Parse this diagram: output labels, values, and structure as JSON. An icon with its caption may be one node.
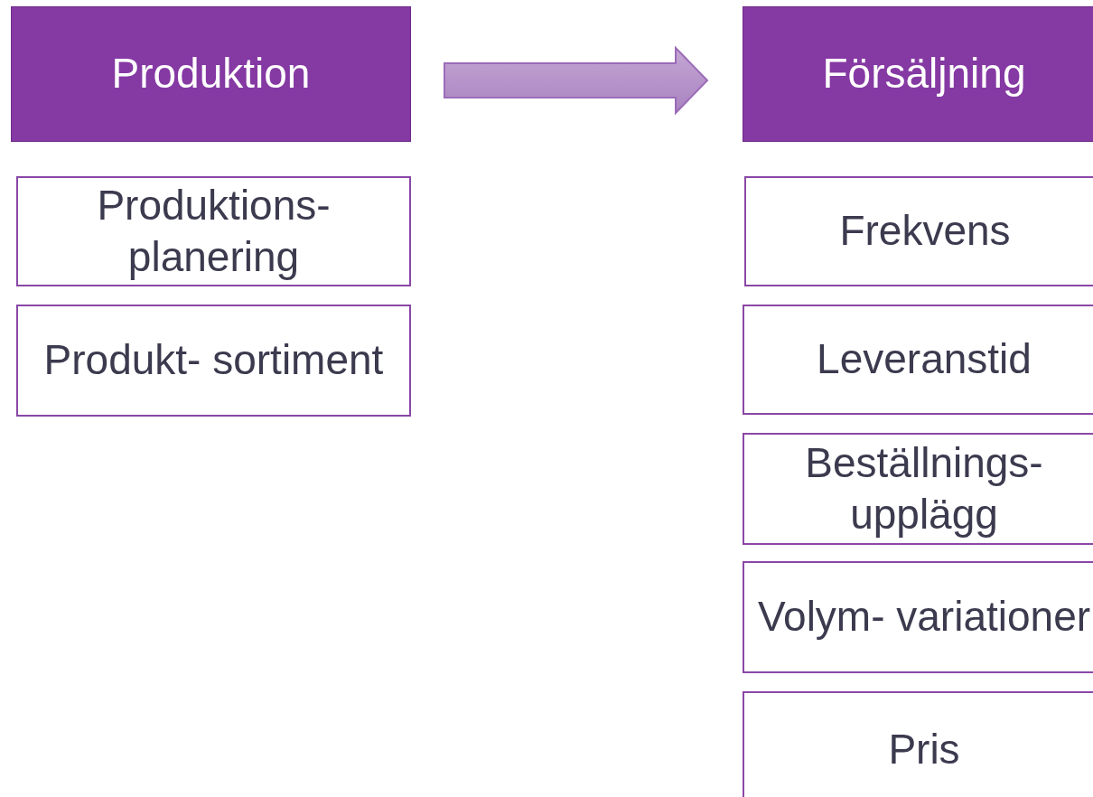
{
  "diagram": {
    "nodes": [
      {
        "text": [
          "Produktion"
        ]
      },
      {
        "text": [
          "Produktions- planering"
        ]
      },
      {
        "text": [
          "Produkt- sortiment"
        ]
      },
      {
        "text": [
          "Försäljning"
        ]
      },
      {
        "text": [
          "Frekvens"
        ]
      },
      {
        "text": [
          "Leveranstid"
        ]
      },
      {
        "text": [
          "Beställnings- upplägg"
        ]
      },
      {
        "text": [
          "Volym- variationer"
        ]
      },
      {
        "text": [
          "Pris"
        ]
      }
    ],
    "edges": [
      {
        "from": 0,
        "to": 3,
        "arrow": "to",
        "style": "thick"
      }
    ]
  }
}
